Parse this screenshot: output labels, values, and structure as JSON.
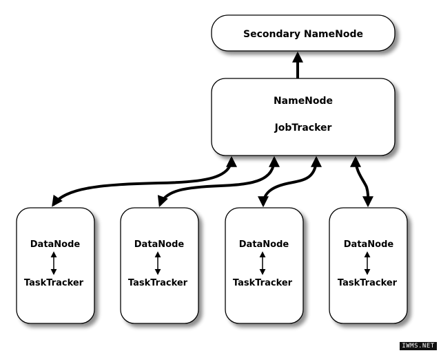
{
  "diagram": {
    "secondary_namenode": {
      "label": "Secondary NameNode"
    },
    "master": {
      "label_1": "NameNode",
      "label_2": "JobTracker"
    },
    "workers": [
      {
        "top_label": "DataNode",
        "bottom_label": "TaskTracker"
      },
      {
        "top_label": "DataNode",
        "bottom_label": "TaskTracker"
      },
      {
        "top_label": "DataNode",
        "bottom_label": "TaskTracker"
      },
      {
        "top_label": "DataNode",
        "bottom_label": "TaskTracker"
      }
    ]
  },
  "watermark": {
    "text": "IWMS.NET"
  }
}
